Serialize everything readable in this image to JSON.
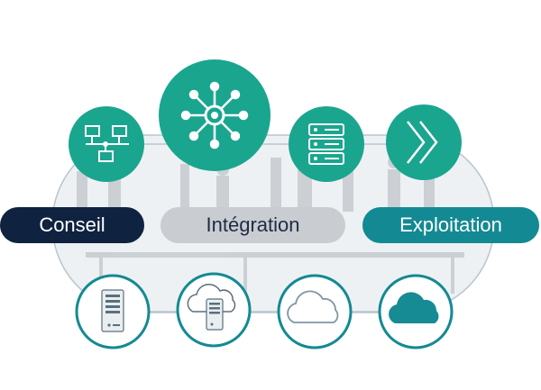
{
  "colors": {
    "teal_fill": "#1aa58f",
    "teal_ring": "#138a93",
    "navy": "#0f2240",
    "grey_pill": "#c9ccd1",
    "line": "#b9c6cc"
  },
  "phases": [
    {
      "label": "Conseil",
      "style": "navy"
    },
    {
      "label": "Intégration",
      "style": "grey"
    },
    {
      "label": "Exploitation",
      "style": "teal"
    }
  ],
  "top_icons": [
    "network-topology-icon",
    "hub-node-icon",
    "server-rack-icon",
    "double-chevron-right-icon"
  ],
  "bottom_icons": [
    "server-tower-icon",
    "cloud-server-icon",
    "cloud-outline-icon",
    "cloud-filled-icon"
  ]
}
